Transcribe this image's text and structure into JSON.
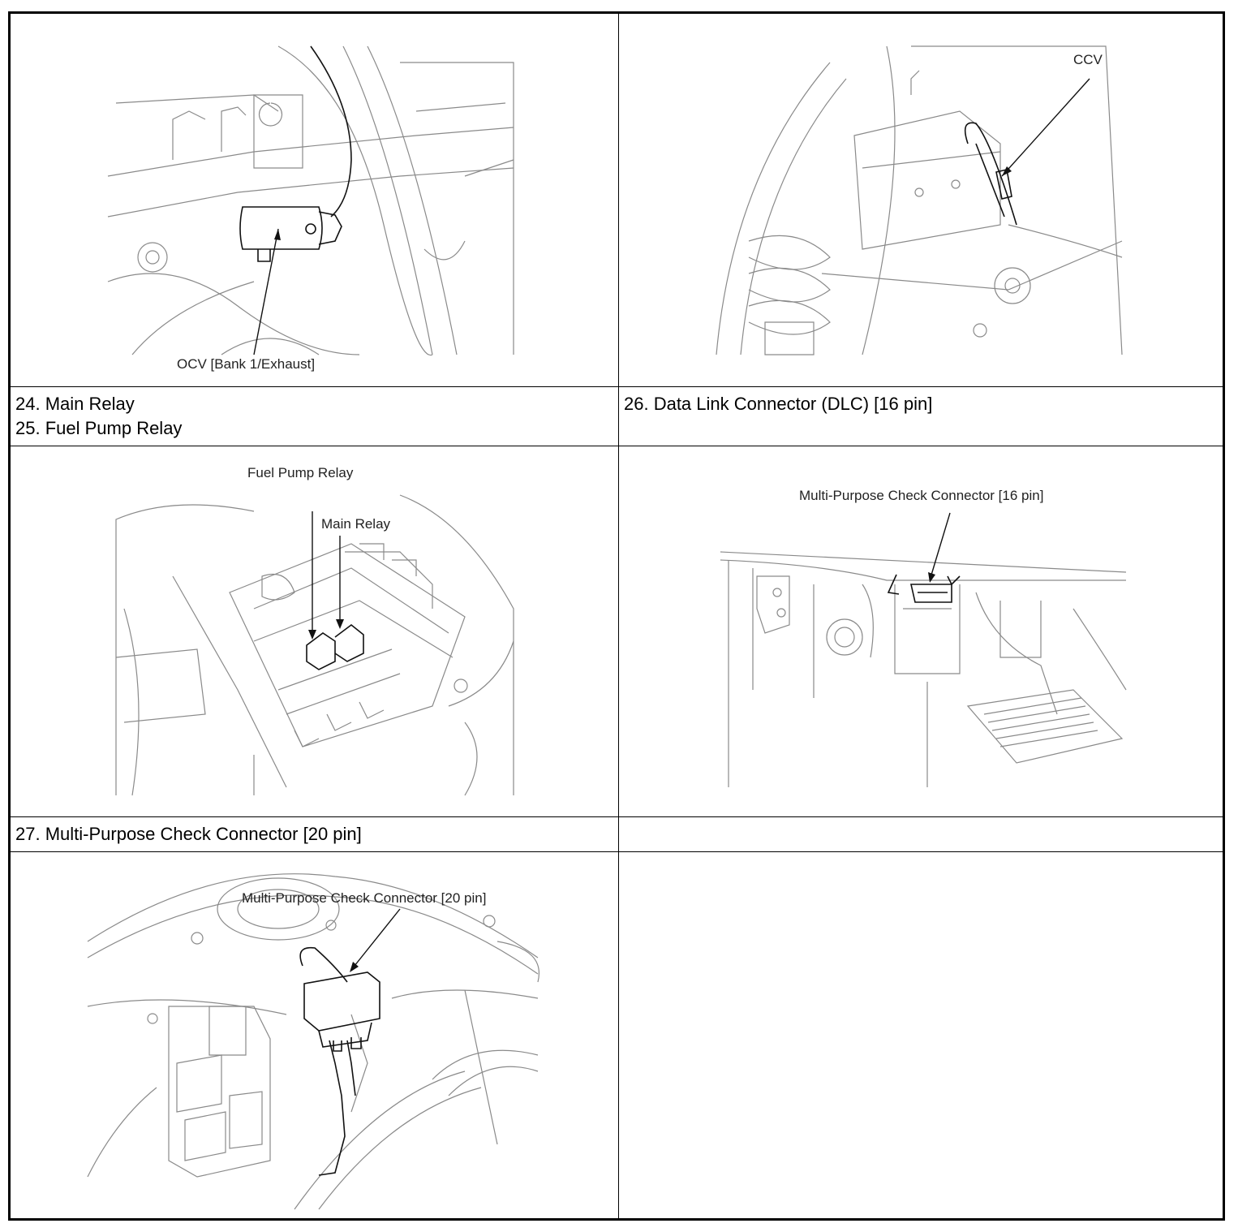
{
  "figures": {
    "ocv": {
      "callout": "OCV [Bank 1/Exhaust]"
    },
    "ccv": {
      "callout": "CCV"
    },
    "relays": {
      "callout_fuel_pump": "Fuel Pump Relay",
      "callout_main": "Main Relay"
    },
    "dlc": {
      "callout": "Multi-Purpose Check Connector [16 pin]"
    },
    "mpcc20": {
      "callout": "Multi-Purpose Check Connector [20 pin]"
    }
  },
  "captions": {
    "row2_left_line1": "24. Main Relay",
    "row2_left_line2": "25. Fuel Pump Relay",
    "row2_right": "26. Data Link Connector (DLC) [16 pin]",
    "row4_left": "27. Multi-Purpose Check Connector [20 pin]",
    "row4_right": ""
  }
}
